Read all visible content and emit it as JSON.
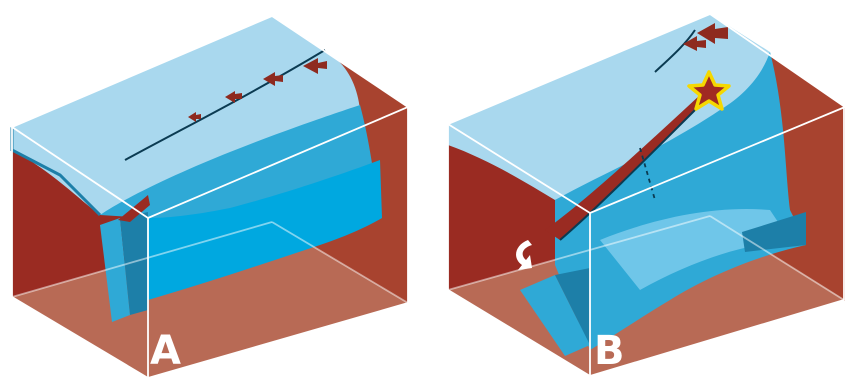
{
  "panels": [
    {
      "id": "A",
      "label": "A"
    },
    {
      "id": "B",
      "label": "B"
    }
  ],
  "colors": {
    "box_dark": "#9a2b22",
    "box_mid": "#a8432f",
    "box_floor": "#b86a55",
    "slab_light": "#a9d8ee",
    "slab_mid": "#2fa9d6",
    "slab_bright": "#00a8e0",
    "slab_dark": "#1d7fa8",
    "edge_white": "#ffffff",
    "arrow_red": "#8e2a1f",
    "star_fill": "#a02a22",
    "star_outline": "#f5d800",
    "fault_line": "#0b3b52"
  },
  "icons": {
    "motion_arrows": "red-chevron-arrow",
    "epicenter": "star-icon",
    "rotation": "curved-arrow-icon"
  }
}
